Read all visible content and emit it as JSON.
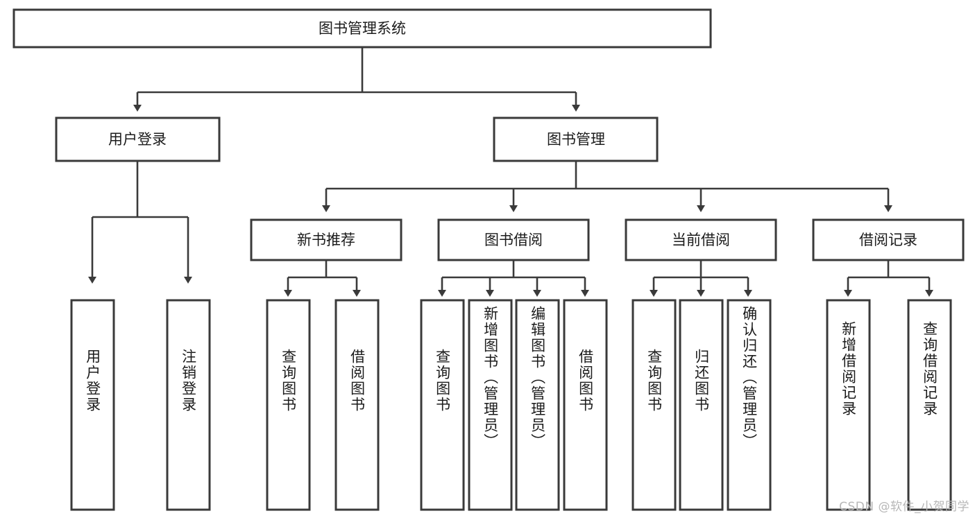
{
  "diagram": {
    "type": "tree",
    "title": "图书管理系统",
    "root": {
      "label": "图书管理系统",
      "id": "root"
    },
    "level2": [
      {
        "id": "user-login",
        "label": "用户登录"
      },
      {
        "id": "book-manage",
        "label": "图书管理"
      }
    ],
    "level3": [
      {
        "id": "new-book-recommend",
        "label": "新书推荐",
        "parent": "book-manage"
      },
      {
        "id": "book-borrow",
        "label": "图书借阅",
        "parent": "book-manage"
      },
      {
        "id": "current-borrow",
        "label": "当前借阅",
        "parent": "book-manage"
      },
      {
        "id": "borrow-record",
        "label": "借阅记录",
        "parent": "book-manage"
      }
    ],
    "leaves": [
      {
        "id": "leaf-user-login",
        "label": "用户登录",
        "parent": "user-login"
      },
      {
        "id": "leaf-logout-login",
        "label": "注销登录",
        "parent": "user-login"
      },
      {
        "id": "leaf-query-book-1",
        "label": "查询图书",
        "parent": "new-book-recommend"
      },
      {
        "id": "leaf-borrow-book-1",
        "label": "借阅图书",
        "parent": "new-book-recommend"
      },
      {
        "id": "leaf-query-book-2",
        "label": "查询图书",
        "parent": "book-borrow"
      },
      {
        "id": "leaf-add-book",
        "label": "新增图书（管理员）",
        "parent": "book-borrow"
      },
      {
        "id": "leaf-edit-book",
        "label": "编辑图书（管理员）",
        "parent": "book-borrow"
      },
      {
        "id": "leaf-borrow-book-2",
        "label": "借阅图书",
        "parent": "book-borrow"
      },
      {
        "id": "leaf-query-book-3",
        "label": "查询图书",
        "parent": "current-borrow"
      },
      {
        "id": "leaf-return-book",
        "label": "归还图书",
        "parent": "current-borrow"
      },
      {
        "id": "leaf-confirm-return",
        "label": "确认归还（管理员）",
        "parent": "current-borrow"
      },
      {
        "id": "leaf-add-record",
        "label": "新增借阅记录",
        "parent": "borrow-record"
      },
      {
        "id": "leaf-query-record",
        "label": "查询借阅记录",
        "parent": "borrow-record"
      }
    ],
    "colors": {
      "box_stroke": "#3a3a3a",
      "box_fill": "#ffffff",
      "link": "#3a3a3a",
      "text": "#1b1b1b",
      "watermark": "#b7b7b7"
    }
  },
  "watermark": {
    "text": "CSDN @软件_小贺同学"
  }
}
